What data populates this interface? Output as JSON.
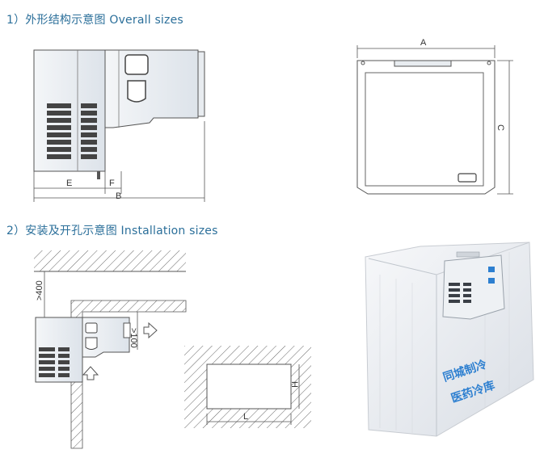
{
  "headings": {
    "overall": "1）外形结构示意图  Overall sizes",
    "installation": "2）安装及开孔示意图  Installation sizes"
  },
  "dimensions": {
    "A": "A",
    "B": "B",
    "C": "C",
    "E": "E",
    "F": "F",
    "H": "H",
    "L": "L",
    "clear_top": ">400",
    "clear_side": ">100"
  },
  "brand": {
    "line1": "同城制冷",
    "line2": "医药冷库"
  },
  "colors": {
    "heading": "#2b6f9a",
    "line": "#555555",
    "brand": "#2d7fd0"
  }
}
